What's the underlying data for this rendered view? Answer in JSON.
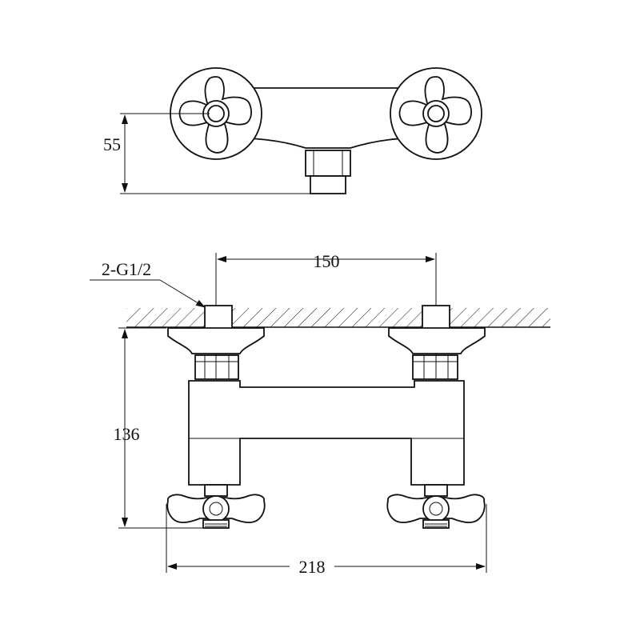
{
  "drawing": {
    "top_view": {
      "height_dimension": "55"
    },
    "front_view": {
      "thread_label": "2-G1/2",
      "center_distance": "150",
      "overall_height": "136",
      "overall_width": "218"
    }
  }
}
